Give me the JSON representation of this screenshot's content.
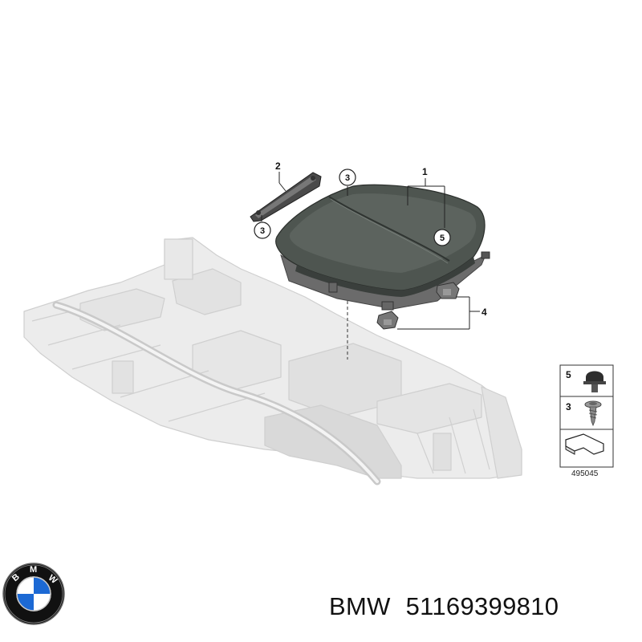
{
  "callouts": {
    "c1": "1",
    "c2": "2",
    "c3a": "3",
    "c3b": "3",
    "c4": "4",
    "c5": "5"
  },
  "legend": {
    "row1": "5",
    "row2": "3",
    "diagram_id": "495045"
  },
  "caption": {
    "brand": "BMW",
    "part_number": "51169399810"
  },
  "logo": {
    "letters": [
      "B",
      "M",
      "W"
    ],
    "colors": {
      "blue": "#1c69d4",
      "white": "#ffffff",
      "ring": "#111111",
      "letters": "#ffffff"
    }
  }
}
